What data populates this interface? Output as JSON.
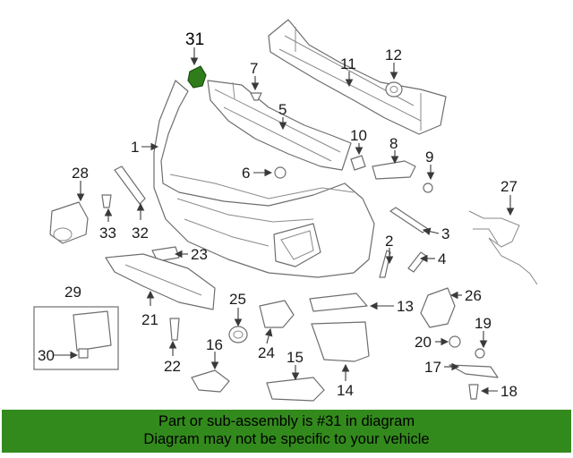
{
  "diagram": {
    "highlight_color": "#2f7d1a",
    "callouts": [
      "31",
      "1",
      "2",
      "3",
      "4",
      "5",
      "6",
      "7",
      "8",
      "9",
      "10",
      "11",
      "12",
      "13",
      "14",
      "15",
      "16",
      "17",
      "18",
      "19",
      "20",
      "21",
      "22",
      "23",
      "24",
      "25",
      "26",
      "27",
      "28",
      "29",
      "30",
      "32",
      "33"
    ]
  },
  "banner": {
    "background": "#338a1c",
    "line1": "Part or sub-assembly is #31 in diagram",
    "line2": "Diagram may not be specific to your vehicle"
  }
}
